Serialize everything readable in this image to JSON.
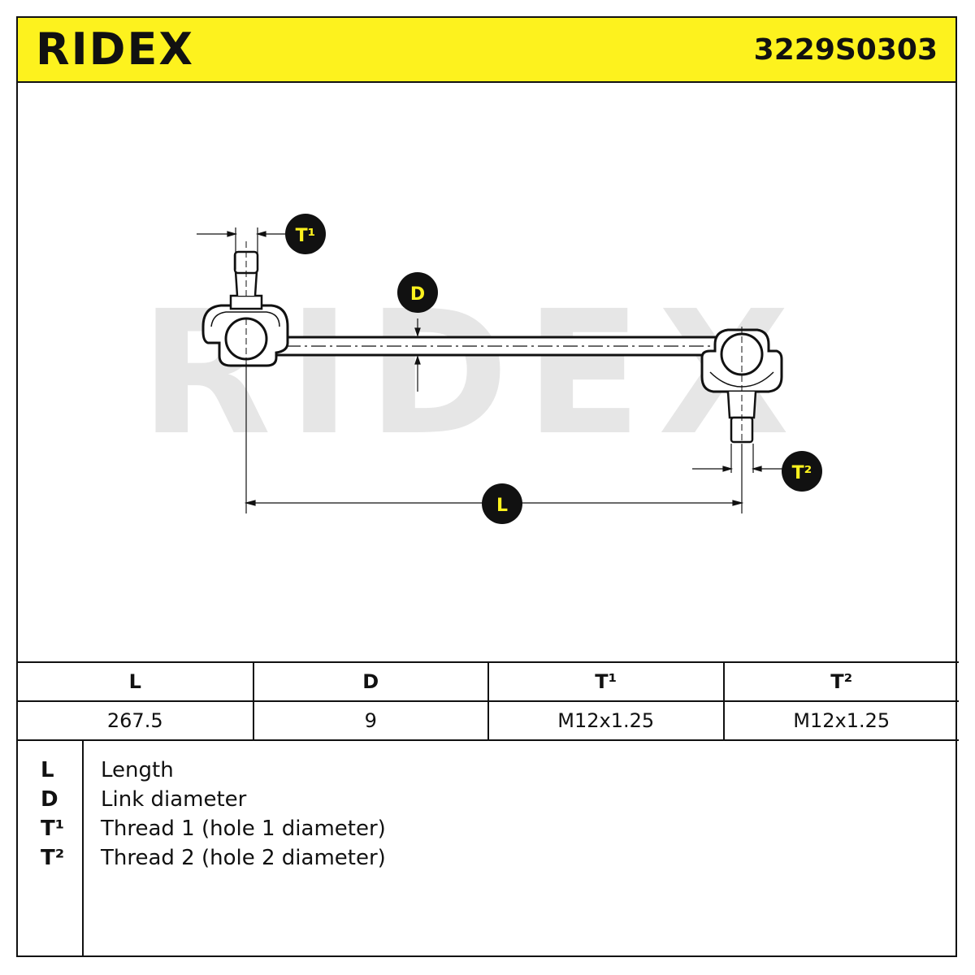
{
  "header": {
    "brand": "RIDEX",
    "part_number": "3229S0303",
    "accent_color": "#fdf21e"
  },
  "drawing": {
    "watermark": "RIDEX",
    "labels": {
      "t1": "T¹",
      "d": "D",
      "t2": "T²",
      "l": "L"
    }
  },
  "specs": {
    "headers": [
      "L",
      "D",
      "T¹",
      "T²"
    ],
    "values": [
      "267.5",
      "9",
      "M12x1.25",
      "M12x1.25"
    ]
  },
  "legend": [
    {
      "key": "L",
      "desc": "Length"
    },
    {
      "key": "D",
      "desc": "Link diameter"
    },
    {
      "key": "T¹",
      "desc": "Thread 1 (hole 1 diameter)"
    },
    {
      "key": "T²",
      "desc": "Thread 2 (hole 2 diameter)"
    }
  ]
}
